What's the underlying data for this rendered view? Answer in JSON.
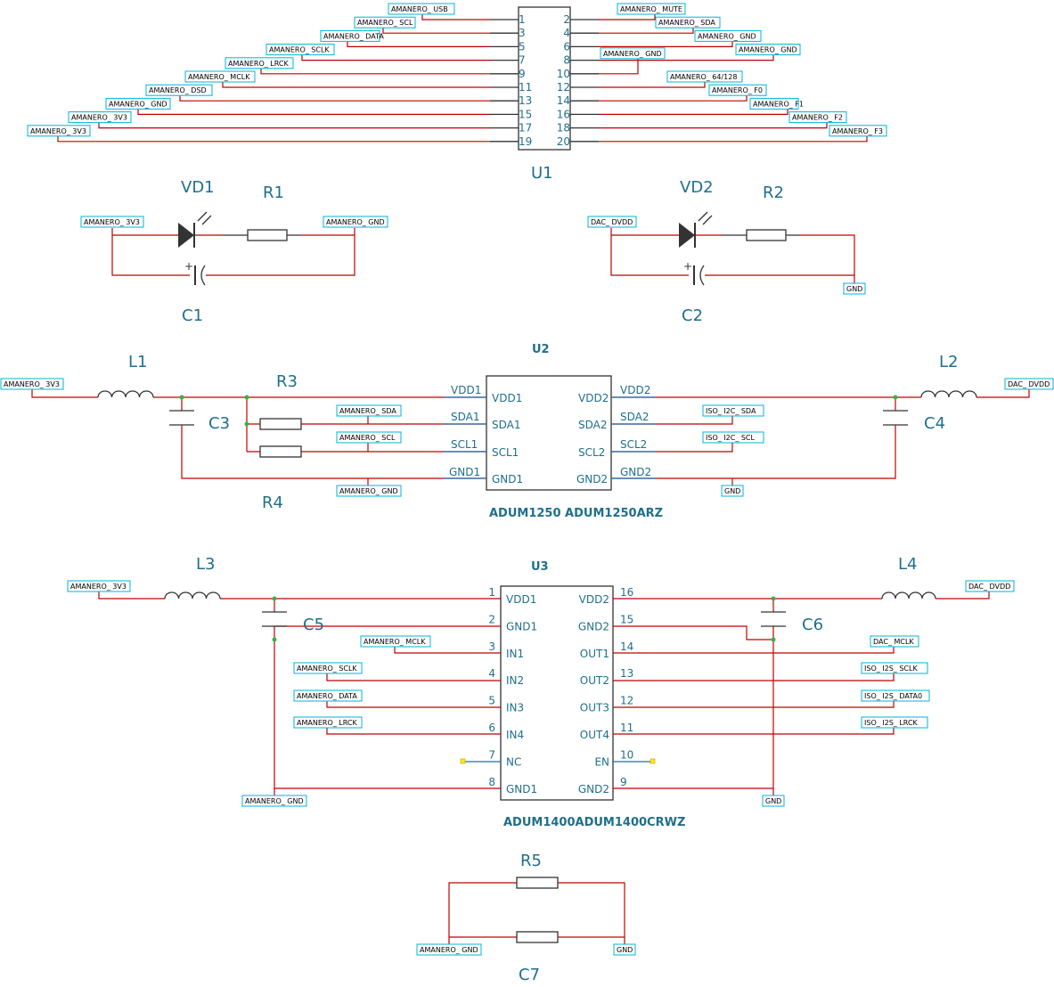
{
  "colors": {
    "wire": "#c00000",
    "component": "#333333",
    "label_border": "#00b4d8",
    "text": "#1f6f8b",
    "junction": "#3cb043"
  },
  "u1": {
    "ref": "U1",
    "odd_pins": [
      "1",
      "3",
      "5",
      "7",
      "9",
      "11",
      "13",
      "15",
      "17",
      "19"
    ],
    "even_pins": [
      "2",
      "4",
      "6",
      "8",
      "10",
      "12",
      "14",
      "16",
      "18",
      "20"
    ],
    "left_nets": [
      "AMANERO_ USB",
      "AMANERO_ SCL",
      "AMANERO_ DATA",
      "AMANERO_ SCLK",
      "AMANERO_ LRCK",
      "AMANERO_ MCLK",
      "AMANERO_ DSD",
      "AMANERO_ GND",
      "AMANERO_ 3V3",
      "AMANERO_ 3V3"
    ],
    "right_nets": [
      "AMANERO_ MUTE",
      "AMANERO_ SDA",
      "AMANERO_ GND",
      "AMANERO_ GND",
      "AMANERO_ GND",
      "AMANERO_ 64/128",
      "AMANERO_ F0",
      "AMANERO_ F1",
      "AMANERO_ F2",
      "AMANERO_ F3"
    ]
  },
  "led1": {
    "led_ref": "VD1",
    "res_ref": "R1",
    "cap_ref": "C1",
    "net_left": "AMANERO_ 3V3",
    "net_right": "AMANERO_ GND",
    "cap_plus": "+"
  },
  "led2": {
    "led_ref": "VD2",
    "res_ref": "R2",
    "cap_ref": "C2",
    "net_left": "DAC_ DVDD",
    "net_gnd": "GND",
    "cap_plus": "+"
  },
  "u2": {
    "ref": "U2",
    "part": "ADUM1250  ADUM1250ARZ",
    "l1": "L1",
    "l2": "L2",
    "c3": "C3",
    "c4": "C4",
    "r3": "R3",
    "r4": "R4",
    "left_pins": [
      "VDD1",
      "SDA1",
      "SCL1",
      "GND1"
    ],
    "right_pins": [
      "VDD2",
      "SDA2",
      "SCL2",
      "GND2"
    ],
    "net_3v3": "AMANERO_ 3V3",
    "net_sda": "AMANERO_ SDA",
    "net_scl": "AMANERO_ SCL",
    "net_gnd": "AMANERO_ GND",
    "net_dvdd": "DAC_ DVDD",
    "iso_sda": "ISO_ I2C_ SDA",
    "iso_scl": "ISO_ I2C_ SCL",
    "gnd2": "GND"
  },
  "u3": {
    "ref": "U3",
    "part": "ADUM1400ADUM1400CRWZ",
    "l3": "L3",
    "l4": "L4",
    "c5": "C5",
    "c6": "C6",
    "left_pins": [
      "VDD1",
      "GND1",
      "IN1",
      "IN2",
      "IN3",
      "IN4",
      "NC",
      "GND1"
    ],
    "left_nums": [
      "1",
      "2",
      "3",
      "4",
      "5",
      "6",
      "7",
      "8"
    ],
    "right_pins": [
      "VDD2",
      "GND2",
      "OUT1",
      "OUT2",
      "OUT3",
      "OUT4",
      "EN",
      "GND2"
    ],
    "right_nums": [
      "16",
      "15",
      "14",
      "13",
      "12",
      "11",
      "10",
      "9"
    ],
    "left_nets": [
      "AMANERO_ 3V3",
      "AMANERO_ MCLK",
      "AMANERO_ SCLK",
      "AMANERO_ DATA",
      "AMANERO_ LRCK",
      "AMANERO_ GND"
    ],
    "right_nets": [
      "DAC_ DVDD",
      "DAC_ MCLK",
      "ISO_ I2S_ SCLK",
      "ISO_ I2S_ DATA0",
      "ISO_ I2S_ LRCK",
      "GND"
    ]
  },
  "bottom": {
    "r5": "R5",
    "c7": "C7",
    "net_left": "AMANERO_ GND",
    "net_right": "GND"
  }
}
